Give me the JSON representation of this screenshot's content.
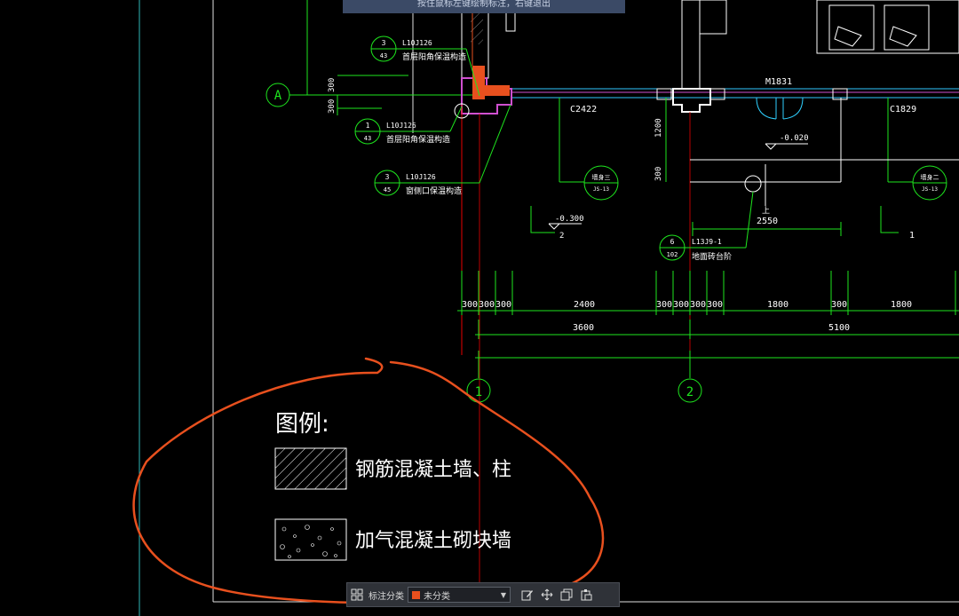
{
  "hint": {
    "text": "按住鼠标左键绘制标注，右键退出"
  },
  "axis": {
    "row_a": "A",
    "col_1": "1",
    "col_2": "2"
  },
  "callouts": [
    {
      "top": "3",
      "bottom": "43",
      "ref": "L10J126",
      "desc": "首层阳角保温构造"
    },
    {
      "top": "1",
      "bottom": "43",
      "ref": "L10J126",
      "desc": "首层阳角保温构造"
    },
    {
      "top": "3",
      "bottom": "45",
      "ref": "L10J126",
      "desc": "窗侧口保温构造"
    },
    {
      "top": "6",
      "bottom": "102",
      "ref": "L13J9-1",
      "desc": "地面砖台阶"
    }
  ],
  "labels": {
    "door": "M1831",
    "win1": "C2422",
    "win2": "C1829",
    "elev1": "-0.020",
    "elev2": "-0.300",
    "elev2_idx": "2",
    "stair_up": "上",
    "stair_len": "2550",
    "dim_1200": "1200",
    "dim_300v": "300",
    "dim_300a": "300",
    "dim_300b": "300",
    "wall_tag_1": "墙身三",
    "wall_tag_1b": "JS-13",
    "wall_tag_2": "墙身二",
    "wall_tag_2b": "JS-13",
    "side_1": "1"
  },
  "dims_row1": [
    "300",
    "300",
    "300",
    "2400",
    "300",
    "300",
    "300",
    "300",
    "1800",
    "300",
    "1800"
  ],
  "dims_row2": [
    "3600",
    "5100"
  ],
  "legend": {
    "title": "图例:",
    "item1": "钢筋混凝土墙、柱",
    "item2": "加气混凝土砌块墙"
  },
  "toolbar": {
    "label": "标注分类",
    "category": "未分类"
  },
  "colors": {
    "green": "#1ee61e",
    "white": "#ffffff",
    "annotation": "#e8501e"
  }
}
